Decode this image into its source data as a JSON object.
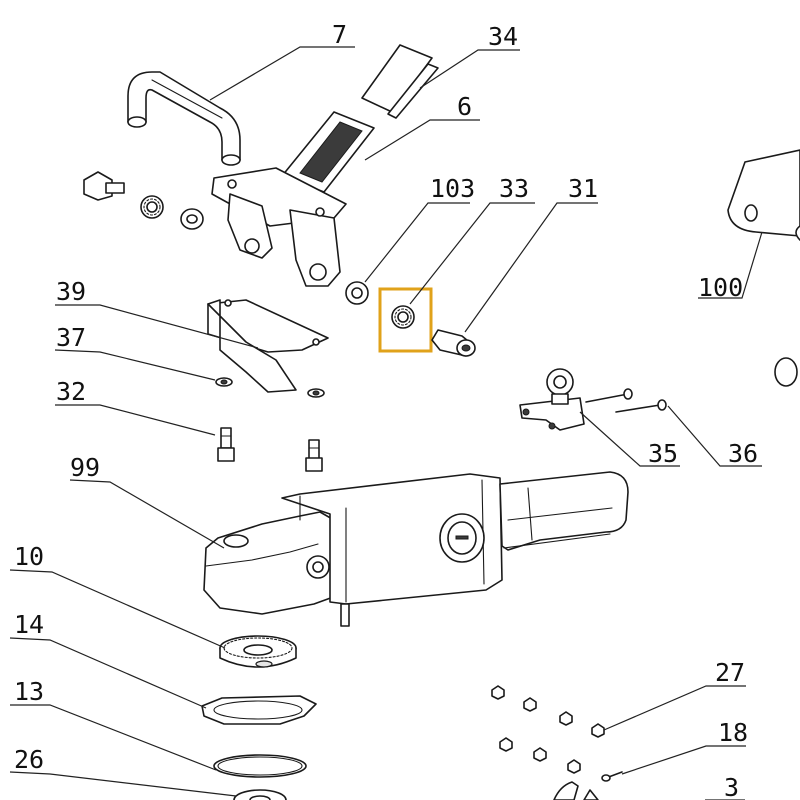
{
  "colors": {
    "line": "#1a1a1a",
    "background": "#ffffff",
    "highlight": "#e0a21a"
  },
  "callouts": {
    "p7": "7",
    "p34": "34",
    "p6": "6",
    "p103": "103",
    "p33": "33",
    "p31": "31",
    "p100": "100",
    "p39": "39",
    "p37": "37",
    "p32": "32",
    "p99": "99",
    "p35": "35",
    "p36": "36",
    "p10": "10",
    "p14": "14",
    "p13": "13",
    "p26": "26",
    "p27": "27",
    "p18": "18",
    "p3": "3"
  },
  "highlighted_part": "33"
}
